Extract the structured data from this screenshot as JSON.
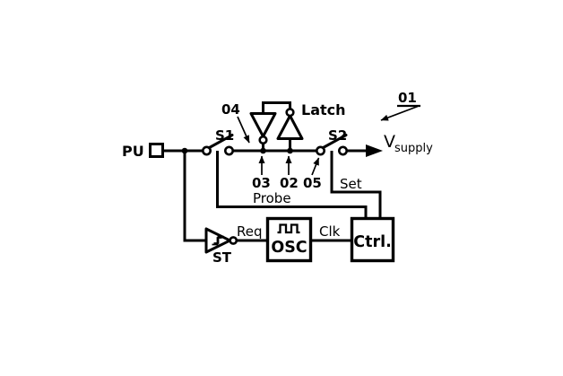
{
  "diagram": {
    "title_refs": {
      "ref01": "01",
      "ref02": "02",
      "ref03": "03",
      "ref04": "04",
      "ref05": "05"
    },
    "labels": {
      "pu": "PU",
      "s1": "S1",
      "s2": "S2",
      "latch": "Latch",
      "st": "ST",
      "osc": "OSC",
      "ctrl": "Ctrl.",
      "probe": "Probe",
      "set": "Set",
      "req": "Req",
      "clk": "Clk",
      "vsupply_main": "V",
      "vsupply_sub": "supply"
    },
    "colors": {
      "ink": "#000000",
      "background": "#ffffff"
    }
  }
}
